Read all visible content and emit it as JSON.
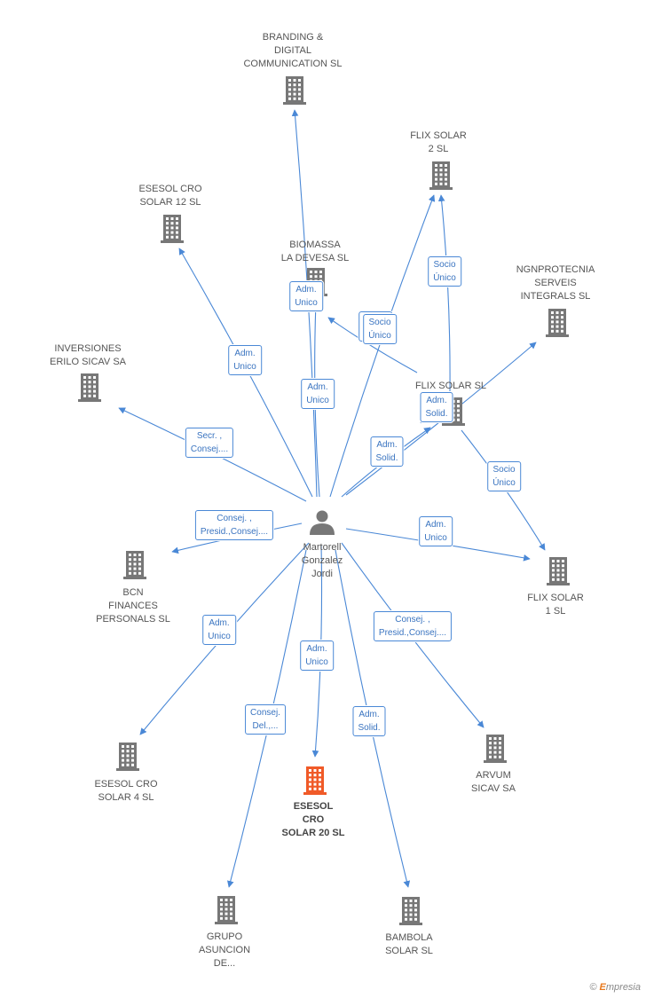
{
  "colors": {
    "edge": "#4a88d6",
    "building": "#777777",
    "building_main": "#f05a28",
    "person": "#777777"
  },
  "person": {
    "label": "Martorell\nGonzalez\nJordi",
    "icon": "person-icon"
  },
  "companies": [
    {
      "id": "branding",
      "label": "BRANDING &\nDIGITAL\nCOMMUNICATION SL"
    },
    {
      "id": "flix2",
      "label": "FLIX SOLAR\n2 SL"
    },
    {
      "id": "esesol12",
      "label": "ESESOL CRO\nSOLAR 12 SL"
    },
    {
      "id": "biomassa",
      "label": "BIOMASSA\nLA DEVESA SL"
    },
    {
      "id": "ngnprotecnia",
      "label": "NGNPROTECNIA\nSERVEIS\nINTEGRALS SL"
    },
    {
      "id": "inversiones",
      "label": "INVERSIONES\nERILO SICAV SA"
    },
    {
      "id": "flixsl",
      "label": "FLIX SOLAR SL"
    },
    {
      "id": "bcn",
      "label": "BCN\nFINANCES\nPERSONALS  SL"
    },
    {
      "id": "flix1",
      "label": "FLIX SOLAR\n1 SL"
    },
    {
      "id": "esesol4",
      "label": "ESESOL CRO\nSOLAR 4 SL"
    },
    {
      "id": "esesol20",
      "label": "ESESOL\nCRO\nSOLAR 20 SL",
      "main": true
    },
    {
      "id": "arvum",
      "label": "ARVUM\nSICAV SA"
    },
    {
      "id": "grupo",
      "label": "GRUPO\nASUNCION\nDE..."
    },
    {
      "id": "bambola",
      "label": "BAMBOLA\nSOLAR SL"
    }
  ],
  "edges": [
    {
      "from": "person",
      "to": "branding",
      "label": "Adm.\nUnico"
    },
    {
      "from": "person",
      "to": "biomassa",
      "label": "Adm.\nUnico"
    },
    {
      "from": "person",
      "to": "esesol12",
      "label": "Adm.\nUnico"
    },
    {
      "from": "person",
      "to": "flix2",
      "label": "Socio\nÚnico"
    },
    {
      "from": "person",
      "to": "inversiones",
      "label": "Secr. ,\nConsej...."
    },
    {
      "from": "person",
      "to": "flixsl",
      "label": "Adm.\nSolid."
    },
    {
      "from": "person",
      "to": "ngnprotecnia",
      "label": ""
    },
    {
      "from": "person",
      "to": "bcn",
      "label": "Consej. ,\nPresid.,Consej...."
    },
    {
      "from": "person",
      "to": "flix1",
      "label": "Adm.\nUnico"
    },
    {
      "from": "person",
      "to": "esesol4",
      "label": "Adm.\nUnico"
    },
    {
      "from": "person",
      "to": "esesol20",
      "label": "Adm.\nUnico"
    },
    {
      "from": "person",
      "to": "arvum",
      "label": "Consej. ,\nPresid.,Consej...."
    },
    {
      "from": "person",
      "to": "grupo",
      "label": "Consej.\nDel.,..."
    },
    {
      "from": "person",
      "to": "bambola",
      "label": "Adm.\nSolid."
    },
    {
      "from": "flixsl",
      "to": "flix2",
      "label": "Socio\nÚnico"
    },
    {
      "from": "flixsl",
      "to": "biomassa",
      "label": "Socio\nÚnico"
    },
    {
      "from": "flixsl",
      "to": "flix1",
      "label": "Socio\nÚnico"
    },
    {
      "from": "flixsl",
      "to": "ngnprotecnia",
      "label": "Adm.\nSolid."
    }
  ],
  "footer": {
    "copyright": "©",
    "brand_e": "E",
    "brand_rest": "mpresia"
  }
}
